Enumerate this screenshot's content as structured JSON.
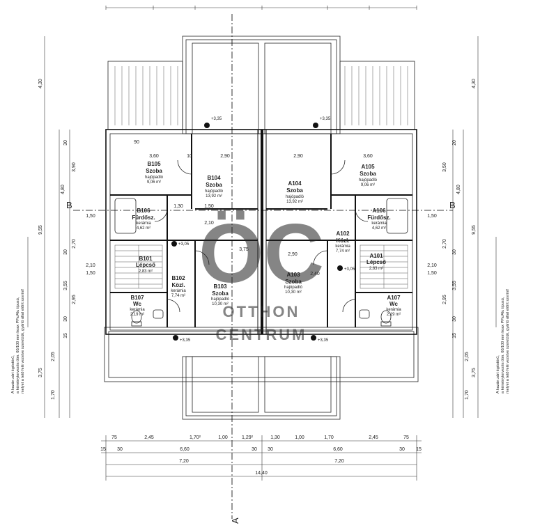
{
  "section_markers": {
    "axis_a": "A",
    "axis_b": "B"
  },
  "rooms": [
    {
      "id": "B105",
      "name": "Szoba",
      "floor": "hajópadló",
      "area": "9,06 m²"
    },
    {
      "id": "B104",
      "name": "Szoba",
      "floor": "hajópadló",
      "area": "13,92 m²"
    },
    {
      "id": "A104",
      "name": "Szoba",
      "floor": "hajópadló",
      "area": "13,92 m²"
    },
    {
      "id": "A105",
      "name": "Szoba",
      "floor": "hajópadló",
      "area": "9,06 m²"
    },
    {
      "id": "B106",
      "name": "Fürdősz.",
      "floor": "kerámia",
      "area": "4,62 m²"
    },
    {
      "id": "A106",
      "name": "Fürdősz.",
      "floor": "kerámia",
      "area": "4,62 m²"
    },
    {
      "id": "B101",
      "name": "Lépcső",
      "floor": "",
      "area": "2,83 m²"
    },
    {
      "id": "B102",
      "name": "Közl.",
      "floor": "kerámia",
      "area": "7,74 m²"
    },
    {
      "id": "A102",
      "name": "Közl.",
      "floor": "kerámia",
      "area": "7,74 m²"
    },
    {
      "id": "A101",
      "name": "Lépcső",
      "floor": "",
      "area": "2,83 m²"
    },
    {
      "id": "B103",
      "name": "Szoba",
      "floor": "hajópadló",
      "area": "10,30 m²"
    },
    {
      "id": "A103",
      "name": "Szoba",
      "floor": "hajópadló",
      "area": "10,30 m²"
    },
    {
      "id": "B107",
      "name": "Wc",
      "floor": "kerámia",
      "area": "2,19 m²"
    },
    {
      "id": "A107",
      "name": "Wc",
      "floor": "kerámia",
      "area": "2,19 m²"
    }
  ],
  "levels": {
    "plus335": "+3,35",
    "plus305": "+3,05"
  },
  "bottom_dims": {
    "row1": [
      "75",
      "2,45",
      "1,70²",
      "1,00",
      "1,29²",
      "1,30",
      "1,00",
      "1,70",
      "2,45",
      "75"
    ],
    "row2": [
      "15",
      "30",
      "6,60",
      "30",
      "30",
      "6,60",
      "30",
      "15"
    ],
    "row3": [
      "7,20",
      "7,20"
    ],
    "row4": "14,40"
  },
  "left_dims_outer": [
    "4,30",
    "4,80",
    "9,55",
    "1,70",
    "3,75"
  ],
  "left_dims_inner": [
    "30",
    "3,90",
    "1,50",
    "2,70",
    "30",
    "3,55",
    "2,95",
    "30",
    "15",
    "2,05"
  ],
  "left_dims_mid": [
    "2,10",
    "1,50"
  ],
  "right_dims_outer": [
    "4,30",
    "4,80",
    "9,55",
    "1,70",
    "3,75"
  ],
  "right_dims_inner": [
    "20",
    "3,50",
    "1,50",
    "2,70",
    "30",
    "3,55",
    "2,95",
    "30",
    "15",
    "2,05"
  ],
  "right_dims_mid": [
    "2,10",
    "1,50"
  ],
  "plan_dims": [
    "3,60",
    "2,90",
    "2,90",
    "3,60",
    "1,30",
    "10",
    "90",
    "2,10",
    "1,50",
    "3,75",
    "2,40",
    "2,90"
  ],
  "vertical_note": {
    "line1": "A kazán zárt égéstérű,",
    "line2": "a kéménytervezés ötm. 60/100 mm koax PPs/Alu típusú,",
    "line3": "melyet a tető felé vezetve szerelzük, gyártó által előírt szerint!"
  },
  "watermark": {
    "logo": "ÖC",
    "line1": "OTTHON",
    "line2": "CENTRUM"
  }
}
